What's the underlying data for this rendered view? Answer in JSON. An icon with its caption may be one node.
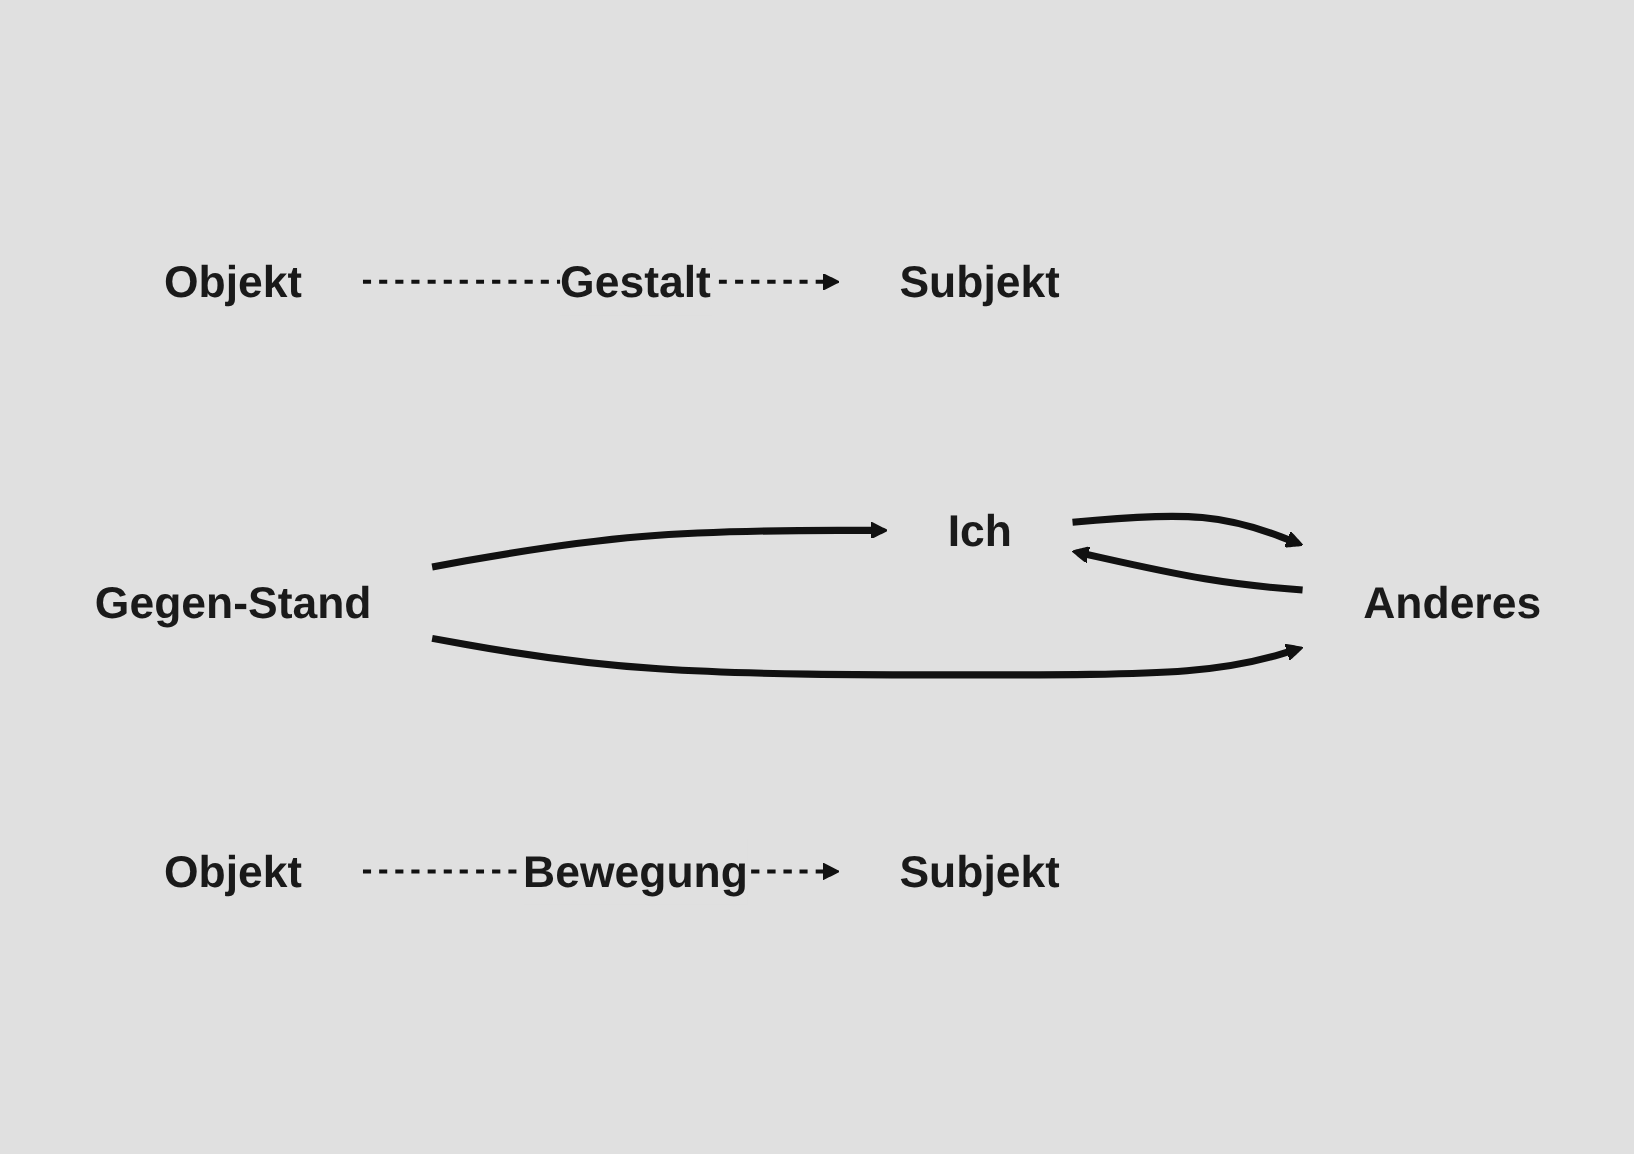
{
  "diagram": {
    "nodes": [
      {
        "text": [
          "Ich"
        ]
      },
      {
        "text": [
          "Gegen-Stand"
        ]
      },
      {
        "text": [
          "Anderes"
        ]
      },
      {
        "text": [
          "Subjekt"
        ]
      },
      {
        "text": [
          "Objekt"
        ]
      },
      {
        "text": [
          "Objekt"
        ]
      },
      {
        "text": [
          "Subjekt"
        ]
      }
    ],
    "edges": [
      {
        "from": 1,
        "to": 0,
        "arrow": "to"
      },
      {
        "from": 1,
        "to": 2,
        "arrow": "to"
      },
      {
        "from": 0,
        "to": 2,
        "arrow": "to"
      },
      {
        "from": 2,
        "to": 0,
        "arrow": "to"
      },
      {
        "from": 4,
        "to": 3,
        "arrow": "to",
        "style": "dashed",
        "label": "Gestalt"
      },
      {
        "from": 5,
        "to": 6,
        "arrow": "to",
        "style": "dashed",
        "label": "Bewegung"
      }
    ]
  }
}
